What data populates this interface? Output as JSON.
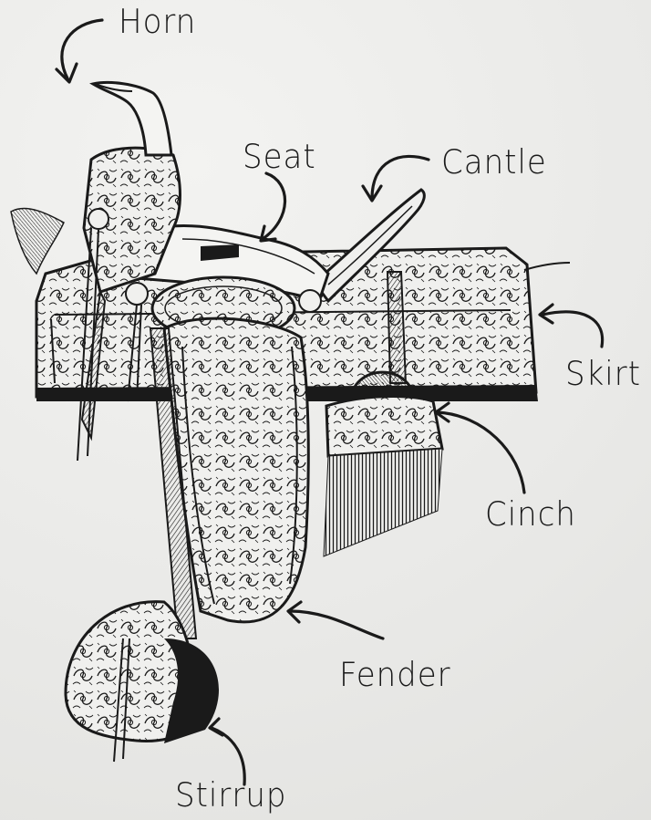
{
  "diagram": {
    "labels": {
      "horn": "Horn",
      "seat": "Seat",
      "cantle": "Cantle",
      "skirt": "Skirt",
      "cinch": "Cinch",
      "fender": "Fender",
      "stirrup": "Stirrup"
    }
  },
  "colors": {
    "ink": "#1a1a1a",
    "paper": "#ececea"
  }
}
